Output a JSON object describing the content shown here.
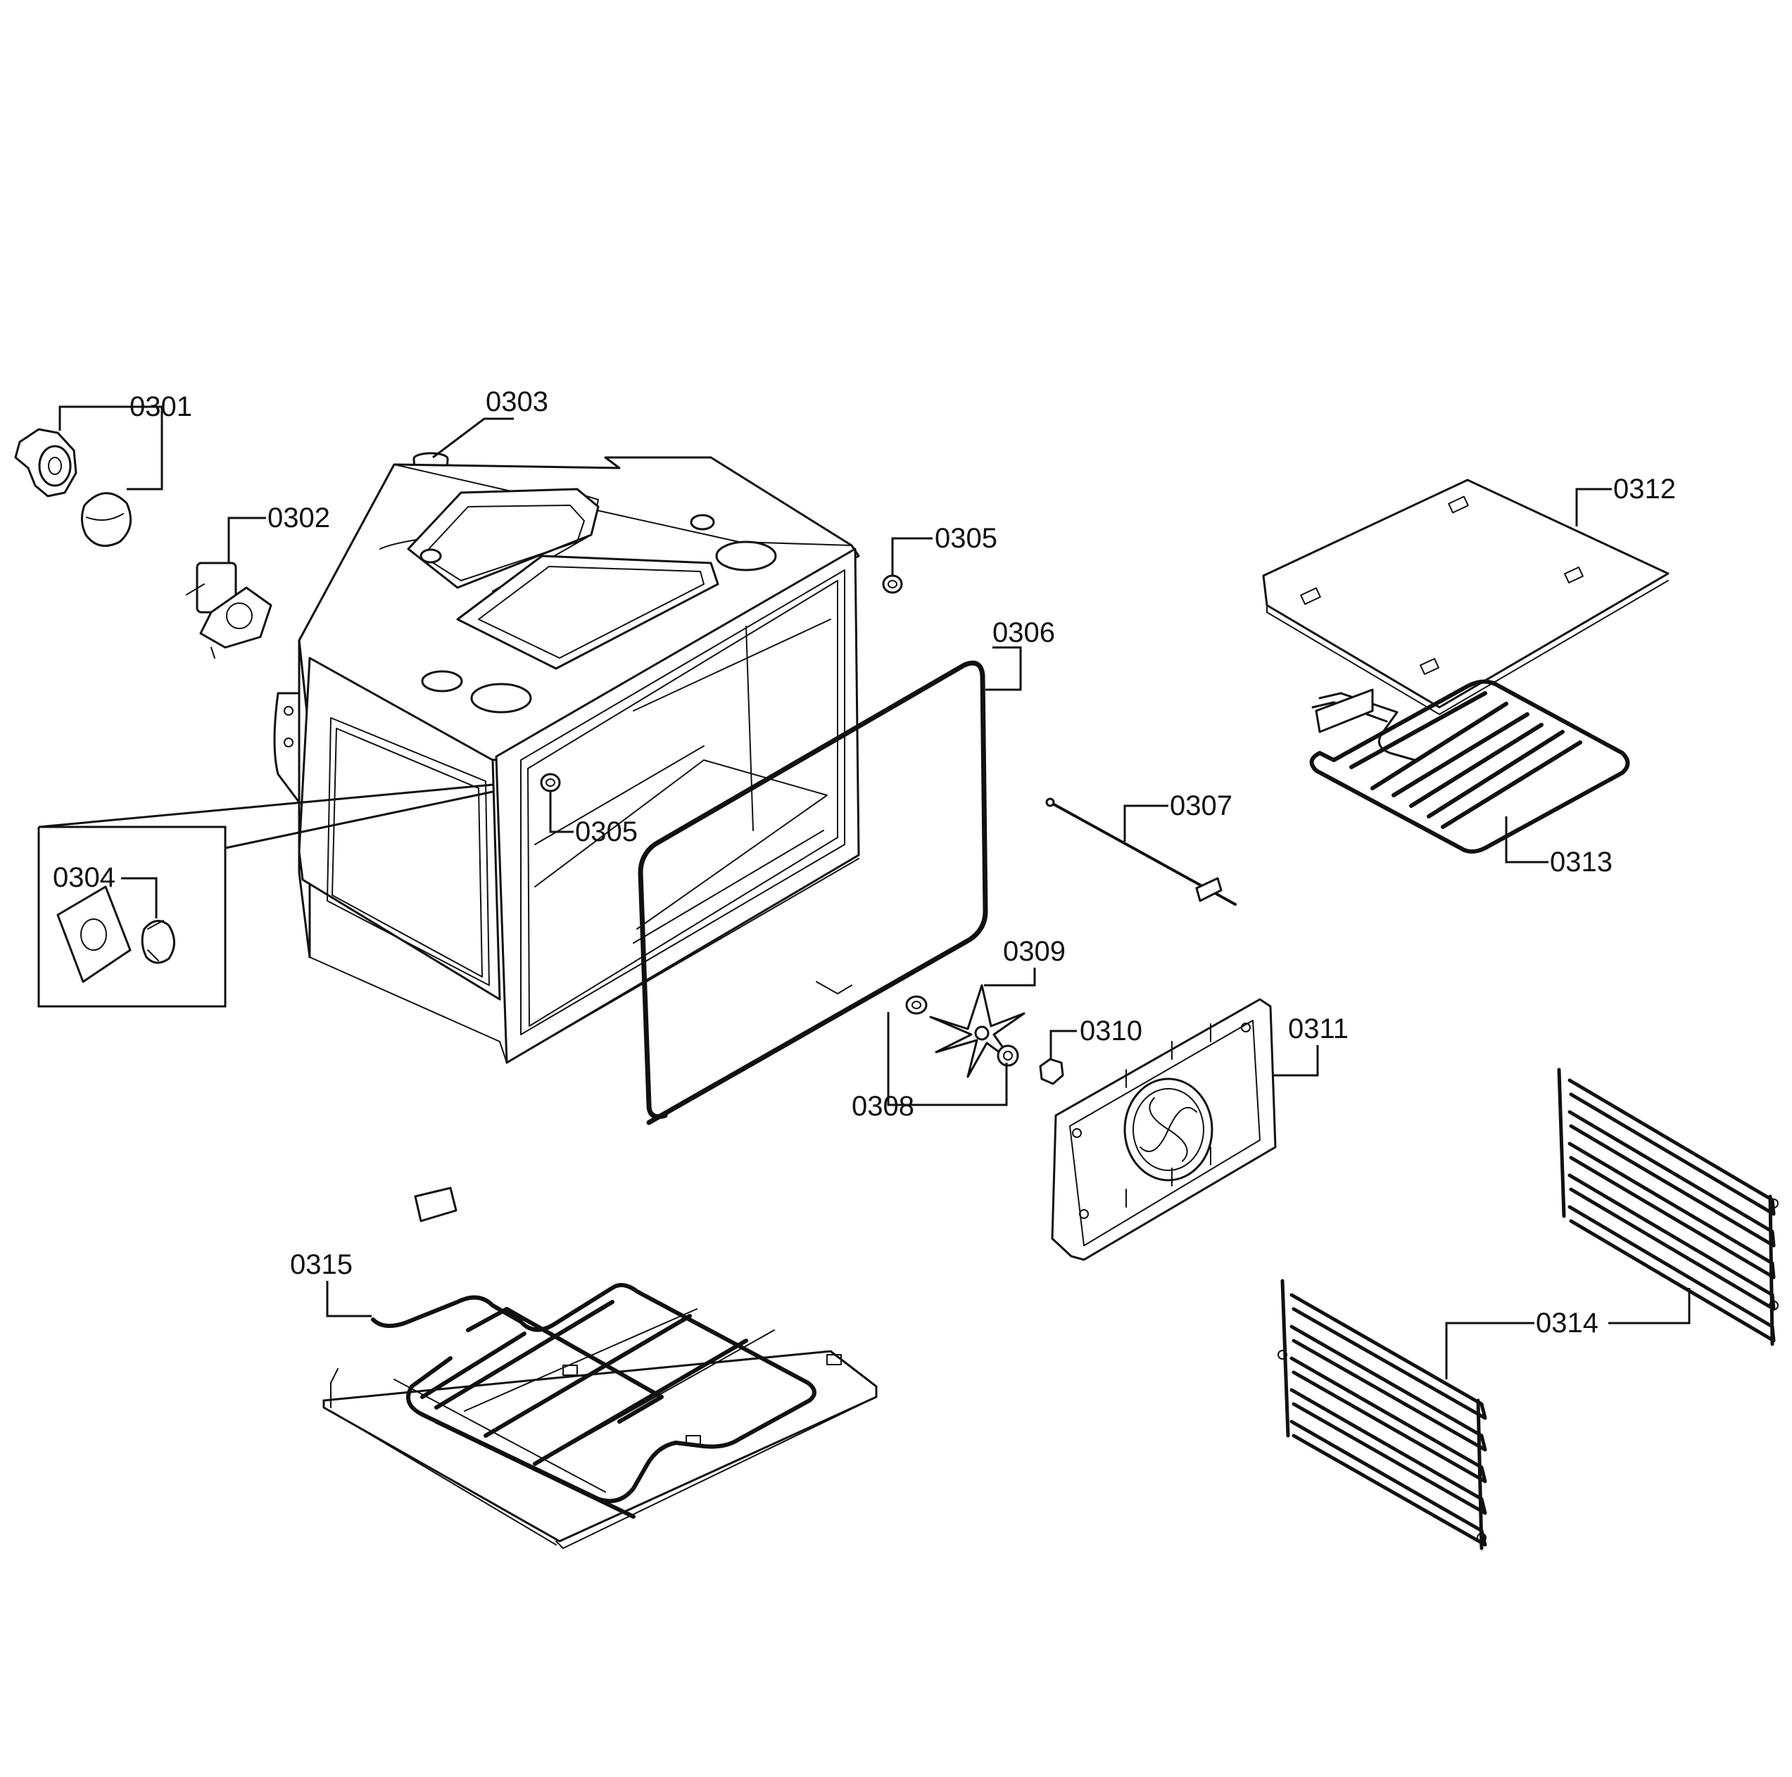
{
  "callouts": {
    "c0301": "0301",
    "c0302": "0302",
    "c0303": "0303",
    "c0304": "0304",
    "c0305a": "0305",
    "c0305b": "0305",
    "c0306": "0306",
    "c0307": "0307",
    "c0308": "0308",
    "c0309": "0309",
    "c0310": "0310",
    "c0311": "0311",
    "c0312": "0312",
    "c0313": "0313",
    "c0314": "0314",
    "c0315": "0315"
  },
  "line_color": "#111111",
  "background": "#ffffff"
}
